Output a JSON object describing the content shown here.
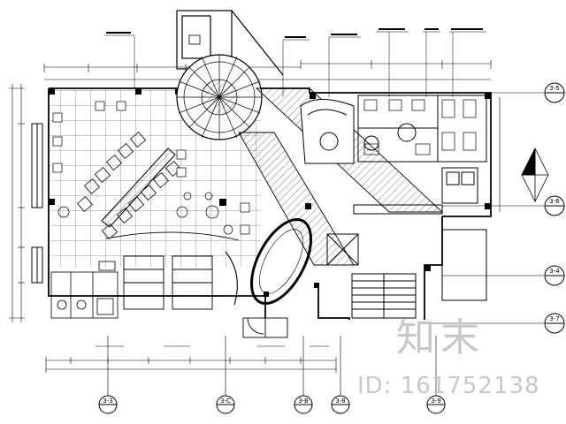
{
  "drawing": {
    "type": "architectural floor plan (CAD, black line drawing)",
    "section_markers_right": [
      "3-5",
      "3-6",
      "3-4",
      "3-7"
    ],
    "section_markers_bottom": [
      "3-3",
      "3-C",
      "3-B",
      "3-8",
      "3-9"
    ],
    "has_north_arrow": true,
    "colors": {
      "line": "#000000",
      "background": "#ffffff",
      "watermark": "#c8c8c8"
    }
  },
  "watermark": {
    "logo_text": "知末",
    "id_text": "ID: 161752138"
  }
}
